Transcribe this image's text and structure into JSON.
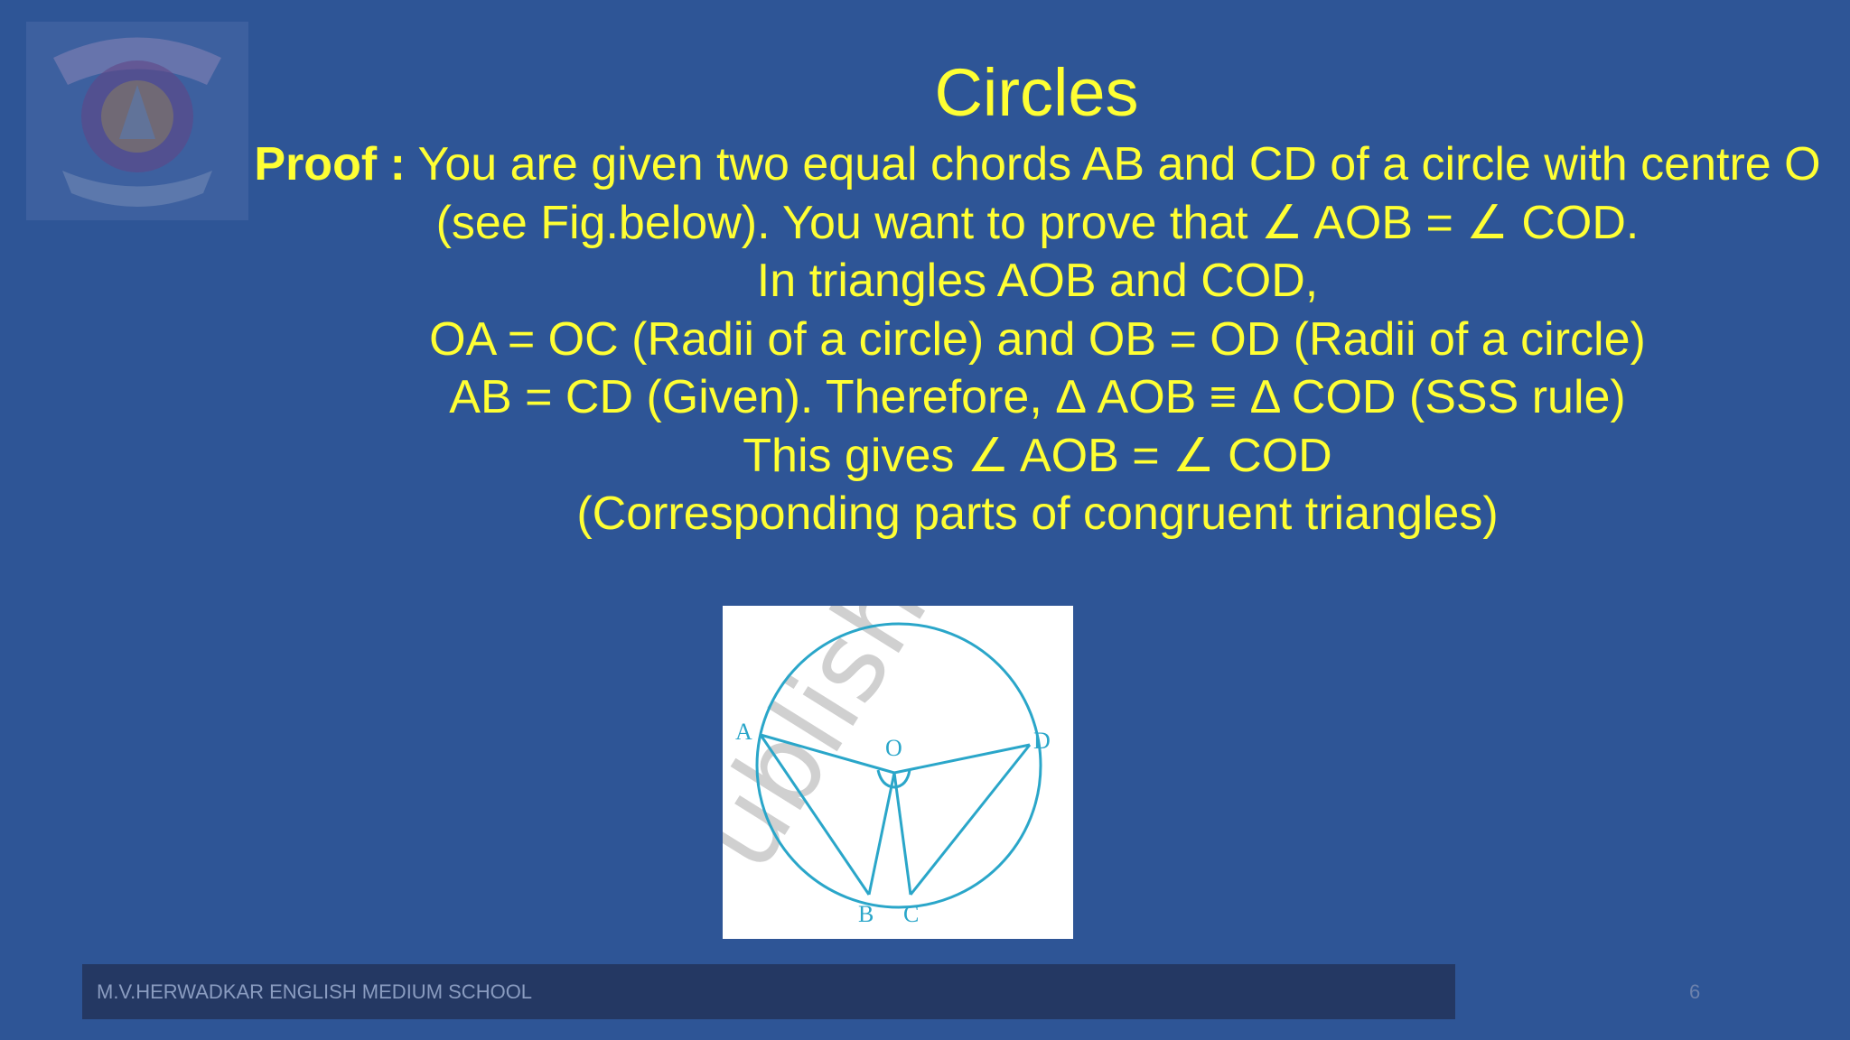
{
  "slide": {
    "title": "Circles",
    "proof_label": "Proof :",
    "lines": [
      "You are given two equal chords AB and CD of a circle with centre O",
      "(see Fig.below). You want to prove that ∠ AOB = ∠ COD.",
      "In triangles AOB and COD,",
      "OA = OC (Radii of a circle) and OB = OD (Radii of a circle)",
      "AB = CD (Given). Therefore, Δ AOB ≡ Δ COD (SSS rule)",
      "This gives ∠ AOB = ∠ COD",
      "(Corresponding parts of congruent triangles)"
    ]
  },
  "figure": {
    "point_labels": {
      "A": "A",
      "B": "B",
      "C": "C",
      "D": "D",
      "O": "O"
    },
    "watermark": "ublish",
    "line_color": "#2aa6c9"
  },
  "footer": {
    "school": "M.V.HERWADKAR ENGLISH MEDIUM SCHOOL",
    "page_number": "6"
  },
  "logo": {
    "icon": "school-emblem-icon"
  },
  "colors": {
    "background": "#2e5596",
    "text": "#ffff33",
    "footer_bar": "#243863"
  }
}
